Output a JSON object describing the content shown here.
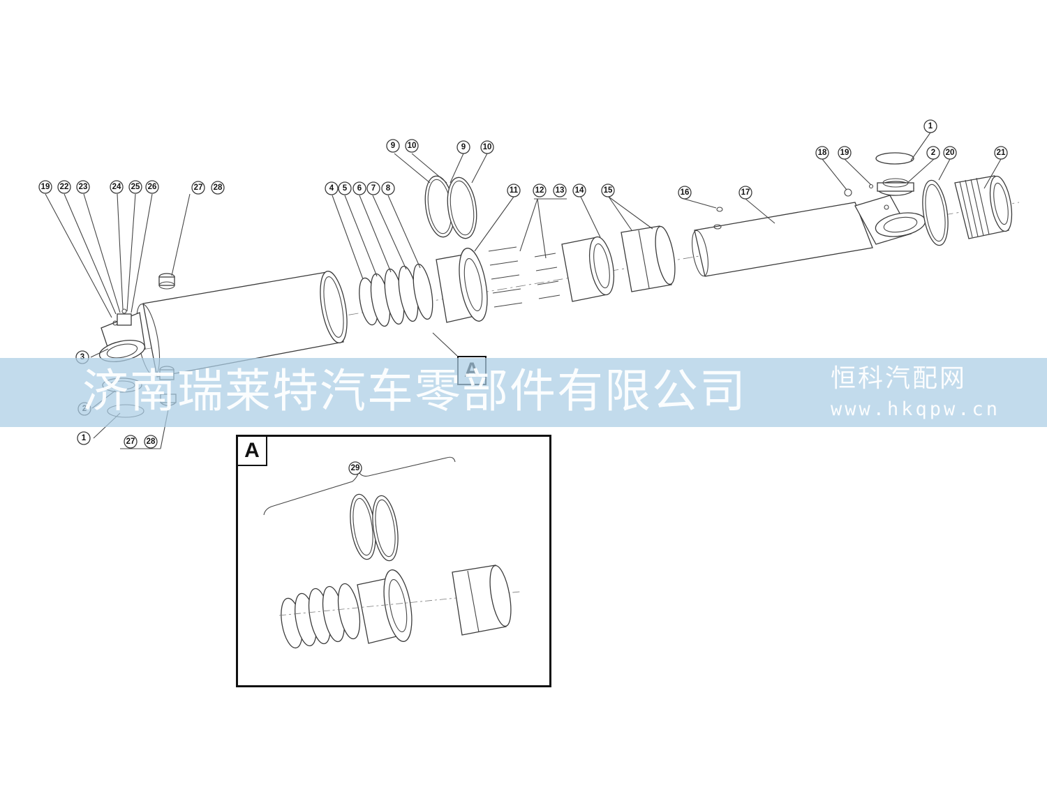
{
  "watermark": {
    "company": "济南瑞莱特汽车零部件有限公司",
    "brand": "恒科汽配网",
    "url": "www.hkqpw.cn"
  },
  "detail": {
    "letter": "A",
    "callout_letter": "A"
  },
  "labels": [
    "1",
    "2",
    "3",
    "1",
    "2",
    "19",
    "22",
    "23",
    "24",
    "25",
    "26",
    "27",
    "28",
    "27",
    "28",
    "4",
    "5",
    "6",
    "7",
    "8",
    "9",
    "10",
    "9",
    "10",
    "11",
    "12",
    "13",
    "14",
    "15",
    "16",
    "17",
    "18",
    "19",
    "2",
    "20",
    "21",
    "29"
  ]
}
